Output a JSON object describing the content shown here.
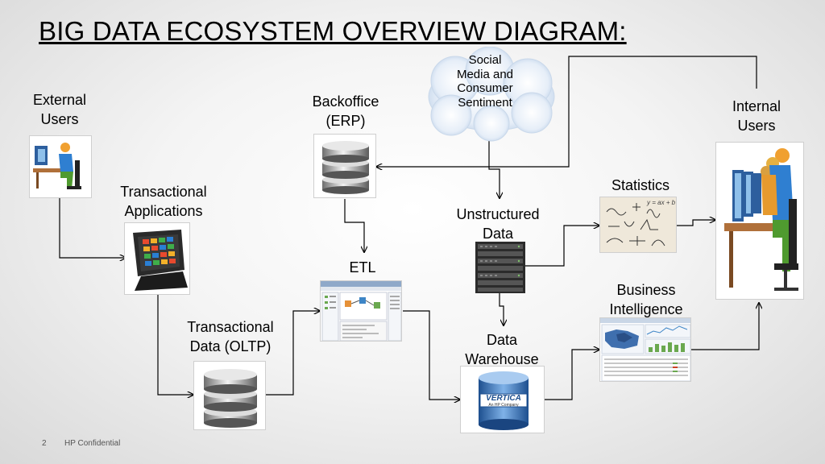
{
  "title": "BIG DATA ECOSYSTEM OVERVIEW DIAGRAM:",
  "nodes": {
    "external_users": "External\nUsers",
    "transactional_applications": "Transactional\nApplications",
    "transactional_data": "Transactional\nData (OLTP)",
    "backoffice": "Backoffice\n(ERP)",
    "social_media": "Social\nMedia and\nConsumer\nSentiment",
    "etl": "ETL",
    "unstructured_data": "Unstructured\nData",
    "data_warehouse": "Data\nWarehouse",
    "statistics": "Statistics",
    "business_intelligence": "Business\nIntelligence",
    "internal_users": "Internal\nUsers"
  },
  "logo": {
    "brand": "VERTICA",
    "sub": "An HP Company"
  },
  "formula_text": "y = ax + b",
  "footer": {
    "page_number": "2",
    "confidential": "HP Confidential"
  },
  "colors": {
    "accent_blue": "#2a6fb5",
    "cloud": "#dbe7f5",
    "line": "#000000"
  }
}
